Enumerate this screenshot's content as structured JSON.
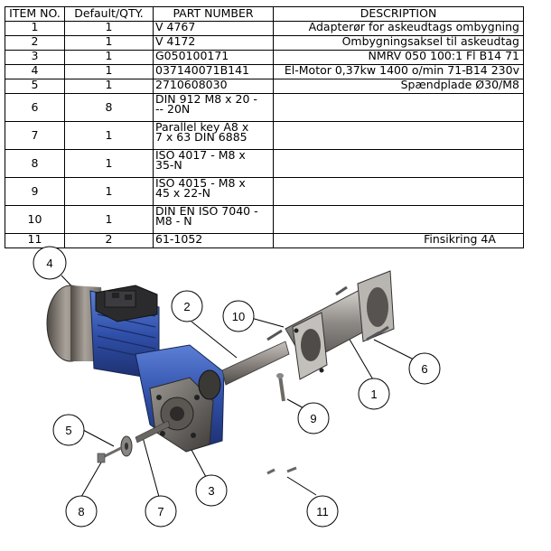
{
  "bom": {
    "headers": [
      "ITEM NO.",
      "Default/QTY.",
      "PART NUMBER",
      "DESCRIPTION"
    ],
    "rows": [
      {
        "item": "1",
        "qty": "1",
        "part": "V 4767",
        "desc": "Adapterør for askeudtags ombygning"
      },
      {
        "item": "2",
        "qty": "1",
        "part": "V 4172",
        "desc": "Ombygningsaksel til askeudtag"
      },
      {
        "item": "3",
        "qty": "1",
        "part": "G050100171",
        "desc": "NMRV 050 100:1 Fl B14 71"
      },
      {
        "item": "4",
        "qty": "1",
        "part": "037140071B141",
        "desc": "El-Motor 0,37kw 1400 o/min 71-B14 230v"
      },
      {
        "item": "5",
        "qty": "1",
        "part": "2710608030",
        "desc": "Spændplade Ø30/M8"
      },
      {
        "item": "6",
        "qty": "8",
        "part": "DIN 912 M8 x 20 -\n-- 20N",
        "desc": ""
      },
      {
        "item": "7",
        "qty": "1",
        "part": "Parallel key A8 x\n7 x 63 DIN 6885",
        "desc": ""
      },
      {
        "item": "8",
        "qty": "1",
        "part": "ISO 4017 - M8 x\n35-N",
        "desc": ""
      },
      {
        "item": "9",
        "qty": "1",
        "part": "ISO 4015 - M8 x\n45 x 22-N",
        "desc": ""
      },
      {
        "item": "10",
        "qty": "1",
        "part": "DIN EN ISO 7040 -\nM8 - N",
        "desc": ""
      },
      {
        "item": "11",
        "qty": "2",
        "part": "61-1052",
        "desc": "Finsikring 4A"
      }
    ]
  },
  "balloons": {
    "b1": "1",
    "b2": "2",
    "b3": "3",
    "b4": "4",
    "b5": "5",
    "b6": "6",
    "b7": "7",
    "b8": "8",
    "b9": "9",
    "b10": "10",
    "b11": "11"
  },
  "colors": {
    "motor_blue": "#2f4fa8",
    "housing": "#6e6a66",
    "steel": "#9a9694"
  }
}
